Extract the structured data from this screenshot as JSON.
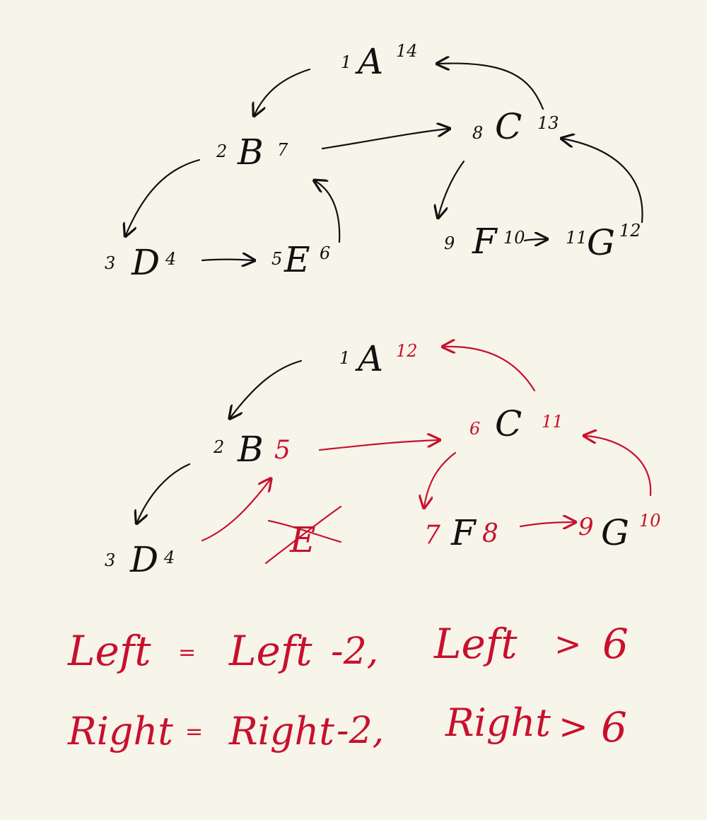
{
  "colors": {
    "background": "#f7f4e9",
    "ink": "#111111",
    "red": "#c8102e"
  },
  "tree1": {
    "A": {
      "label": "A",
      "pre": "1",
      "post": "14"
    },
    "B": {
      "label": "B",
      "pre": "2",
      "post": "7"
    },
    "C": {
      "label": "C",
      "pre": "8",
      "post": "13"
    },
    "D": {
      "label": "D",
      "pre": "3",
      "post": "4"
    },
    "E": {
      "label": "E",
      "pre": "5",
      "post": "6"
    },
    "F": {
      "label": "F",
      "pre": "9",
      "post": "10"
    },
    "G": {
      "label": "G",
      "pre": "11",
      "post": "12"
    }
  },
  "tree2": {
    "A": {
      "label": "A",
      "pre": "1",
      "post": "12"
    },
    "B": {
      "label": "B",
      "pre": "2",
      "post": "5"
    },
    "C": {
      "label": "C",
      "pre": "6",
      "post": "11"
    },
    "D": {
      "label": "D",
      "pre": "3",
      "post": "4"
    },
    "E": {
      "label": "E"
    },
    "F": {
      "label": "F",
      "pre": "7",
      "post": "8"
    },
    "G": {
      "label": "G",
      "pre": "9",
      "post": "10"
    }
  },
  "formulas": {
    "left": {
      "lhs": "Left",
      "eq": "=",
      "rhs": "Left",
      "minus": "-2,",
      "cond_var": "Left",
      "cond_op": ">",
      "cond_val": "6"
    },
    "right": {
      "lhs": "Right",
      "eq": "=",
      "rhs": "Right",
      "minus": "-2,",
      "cond_var": "Right",
      "cond_op": ">",
      "cond_val": "6"
    }
  }
}
